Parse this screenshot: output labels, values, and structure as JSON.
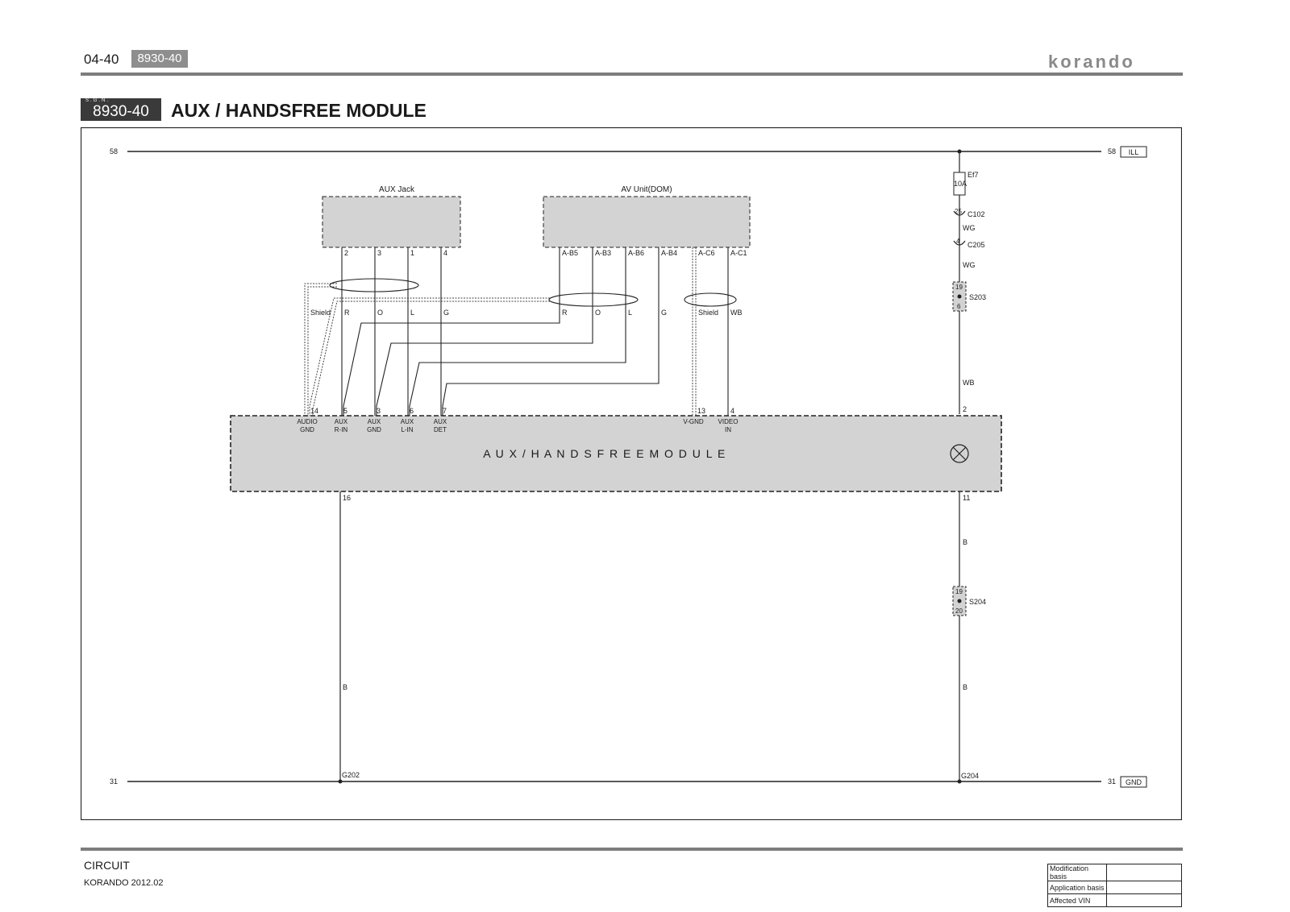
{
  "header": {
    "page_number": "04-40",
    "section_code": "8930-40",
    "brand_logo": "korando"
  },
  "title_block": {
    "sgn_label": "S.G.N.",
    "code": "8930-40",
    "title": "AUX / HANDSFREE MODULE"
  },
  "diagram": {
    "rail_58_left": "58",
    "rail_58_right": "58",
    "rail_58_tag": "ILL",
    "rail_31_left": "31",
    "rail_31_right": "31",
    "rail_31_tag": "GND",
    "fuse_name": "Ef7",
    "fuse_rating": "10A",
    "connector_c102": "C102",
    "connector_c102_pin": "25",
    "connector_c205": "C205",
    "connector_c205_pin": "4",
    "wire_wg_1": "WG",
    "wire_wg_2": "WG",
    "splice_s203": "S203",
    "splice_s203_top": "19",
    "splice_s203_bottom": "6",
    "wire_wb_right": "WB",
    "splice_s204": "S204",
    "splice_s204_top": "19",
    "splice_s204_bottom": "20",
    "wire_b_right_upper": "B",
    "wire_b_right_lower": "B",
    "wire_b_left": "B",
    "ground_g202": "G202",
    "ground_g204": "G204",
    "aux_jack": {
      "label": "AUX Jack",
      "pins": [
        "2",
        "3",
        "1",
        "4"
      ]
    },
    "av_unit": {
      "label": "AV Unit(DOM)",
      "pins": [
        "A-B5",
        "A-B3",
        "A-B6",
        "A-B4",
        "A-C6",
        "A-C1"
      ]
    },
    "wire_colors_left": [
      "Shield",
      "R",
      "O",
      "L",
      "G"
    ],
    "wire_colors_av": [
      "R",
      "O",
      "L",
      "G",
      "Shield",
      "WB"
    ],
    "module": {
      "label": "A U X  /  H A N D S F R E E   M O D U L E",
      "top_pins": [
        "14",
        "5",
        "3",
        "6",
        "7",
        "13",
        "4",
        "2"
      ],
      "pin_names": [
        [
          "AUDIO",
          "GND"
        ],
        [
          "AUX",
          "R-IN"
        ],
        [
          "AUX",
          "GND"
        ],
        [
          "AUX",
          "L-IN"
        ],
        [
          "AUX",
          "DET"
        ],
        [
          "V-GND",
          ""
        ],
        [
          "VIDEO",
          "IN"
        ]
      ],
      "bottom_pin_left": "16",
      "bottom_pin_right": "11"
    }
  },
  "footer": {
    "section": "CIRCUIT",
    "model": "KORANDO 2012.02",
    "basis_rows": [
      "Modification basis",
      "Application basis",
      "Affected VIN"
    ]
  }
}
